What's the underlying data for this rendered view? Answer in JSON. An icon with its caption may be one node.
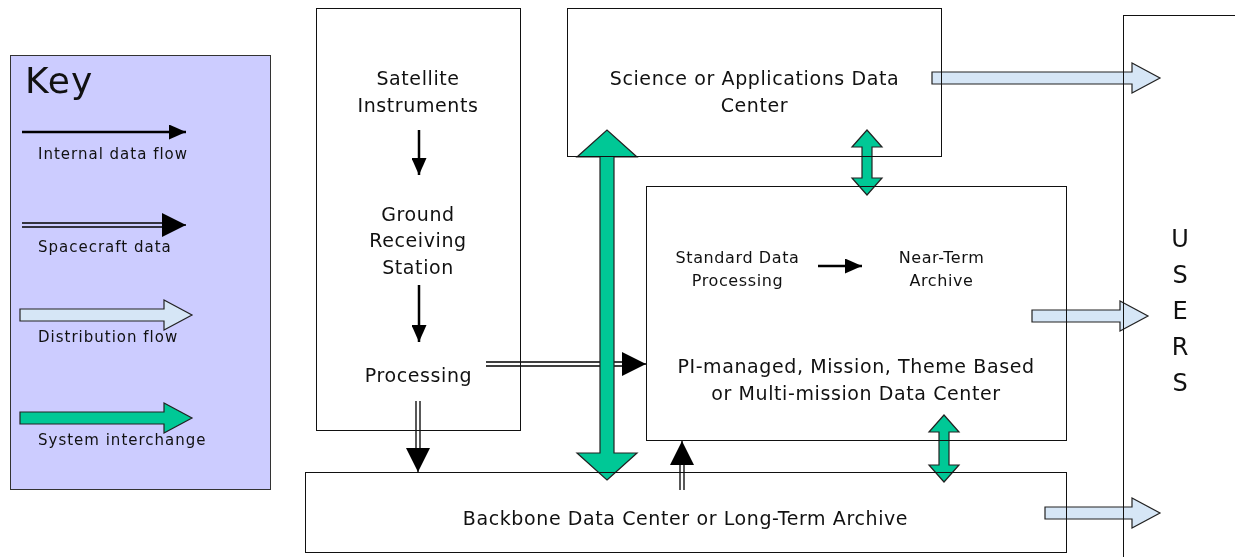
{
  "diagram": {
    "nodes": [
      {
        "text": [],
        "shape": "box"
      },
      {
        "text": [
          "Satellite Instruments"
        ],
        "in": 0
      },
      {
        "text": [
          "Ground Receiving Station"
        ],
        "in": 0
      },
      {
        "text": [
          "Processing"
        ],
        "in": 0
      },
      {
        "text": [
          "Science or Applications Data Center"
        ]
      },
      {
        "text": [
          "PI-managed, Mission, Theme Based or Multi-mission Data Center"
        ]
      },
      {
        "text": [
          "Standard Data Processing"
        ],
        "in": 5
      },
      {
        "text": [
          "Near-Term Archive"
        ],
        "in": 5
      },
      {
        "text": [
          "Backbone Data Center or Long-Term Archive"
        ]
      },
      {
        "text": [
          "USERS"
        ]
      }
    ],
    "edges": [
      {
        "from": 1,
        "to": 2,
        "arrow": "to"
      },
      {
        "from": 2,
        "to": 3,
        "arrow": "to"
      },
      {
        "from": 6,
        "to": 7,
        "arrow": "to"
      },
      {
        "from": 3,
        "to": 5,
        "arrow": "to"
      },
      {
        "from": 3,
        "to": 8,
        "arrow": "to"
      },
      {
        "from": 8,
        "to": 5,
        "arrow": "to"
      },
      {
        "from": 8,
        "to": 4,
        "arrow": "both",
        "style": "thick",
        "color": "#00c896"
      },
      {
        "from": 4,
        "to": 5,
        "arrow": "both",
        "style": "thick",
        "color": "#00c896"
      },
      {
        "from": 5,
        "to": 8,
        "arrow": "both",
        "style": "thick",
        "color": "#00c896"
      },
      {
        "from": 4,
        "to": 9,
        "arrow": "to",
        "style": "thick",
        "color": "#d6e6f6"
      },
      {
        "from": 5,
        "to": 9,
        "arrow": "to",
        "style": "thick",
        "color": "#d6e6f6"
      },
      {
        "from": 8,
        "to": 9,
        "arrow": "to",
        "style": "thick",
        "color": "#d6e6f6"
      }
    ],
    "labels": [
      "Key"
    ],
    "legend": [
      {
        "text": "Internal data flow"
      },
      {
        "text": "Spacecraft data"
      },
      {
        "text": "Distribution flow"
      },
      {
        "text": "System interchange"
      }
    ]
  }
}
